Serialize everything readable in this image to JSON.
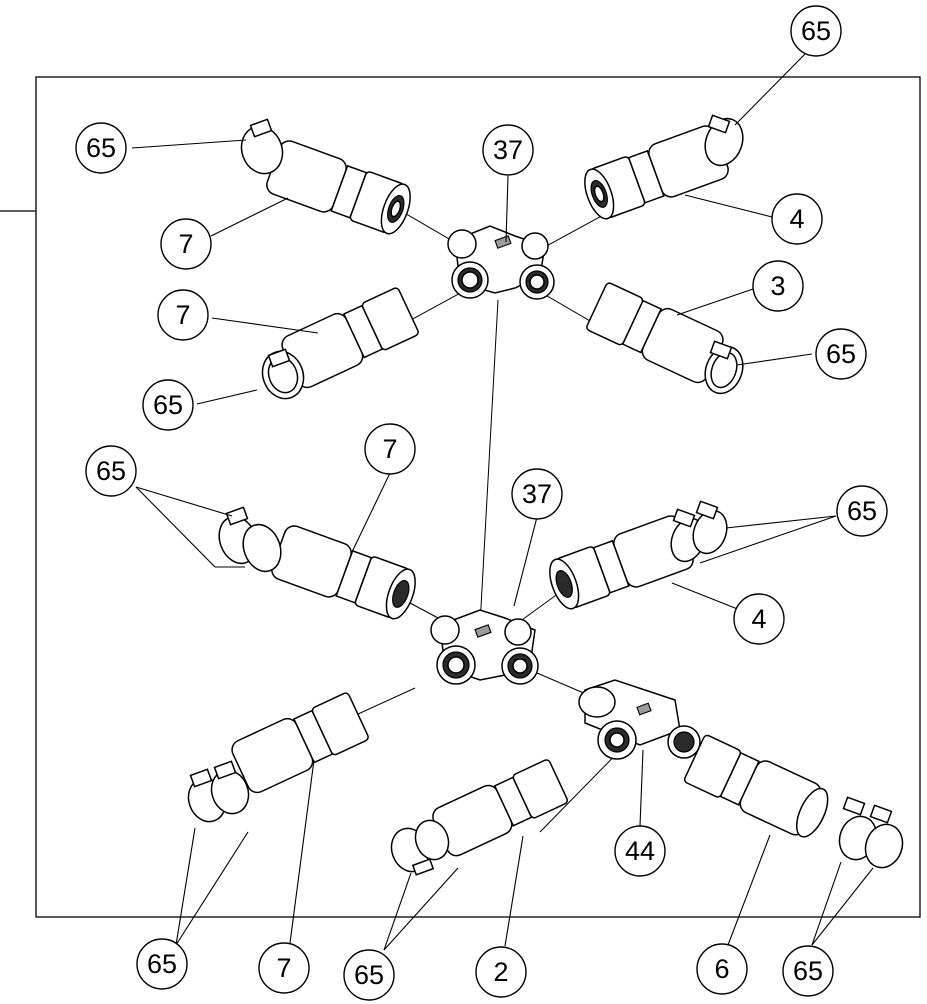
{
  "callouts": [
    {
      "id": "c1",
      "text": "65"
    },
    {
      "id": "c2",
      "text": "65"
    },
    {
      "id": "c3",
      "text": "37"
    },
    {
      "id": "c4",
      "text": "7"
    },
    {
      "id": "c5",
      "text": "4"
    },
    {
      "id": "c6",
      "text": "3"
    },
    {
      "id": "c7",
      "text": "7"
    },
    {
      "id": "c8",
      "text": "65"
    },
    {
      "id": "c9",
      "text": "65"
    },
    {
      "id": "c10",
      "text": "7"
    },
    {
      "id": "c11",
      "text": "65"
    },
    {
      "id": "c12",
      "text": "37"
    },
    {
      "id": "c13",
      "text": "65"
    },
    {
      "id": "c14",
      "text": "4"
    },
    {
      "id": "c15",
      "text": "44"
    },
    {
      "id": "c16",
      "text": "65"
    },
    {
      "id": "c17",
      "text": "7"
    },
    {
      "id": "c18",
      "text": "65"
    },
    {
      "id": "c19",
      "text": "2"
    },
    {
      "id": "c20",
      "text": "6"
    },
    {
      "id": "c21",
      "text": "65"
    }
  ]
}
